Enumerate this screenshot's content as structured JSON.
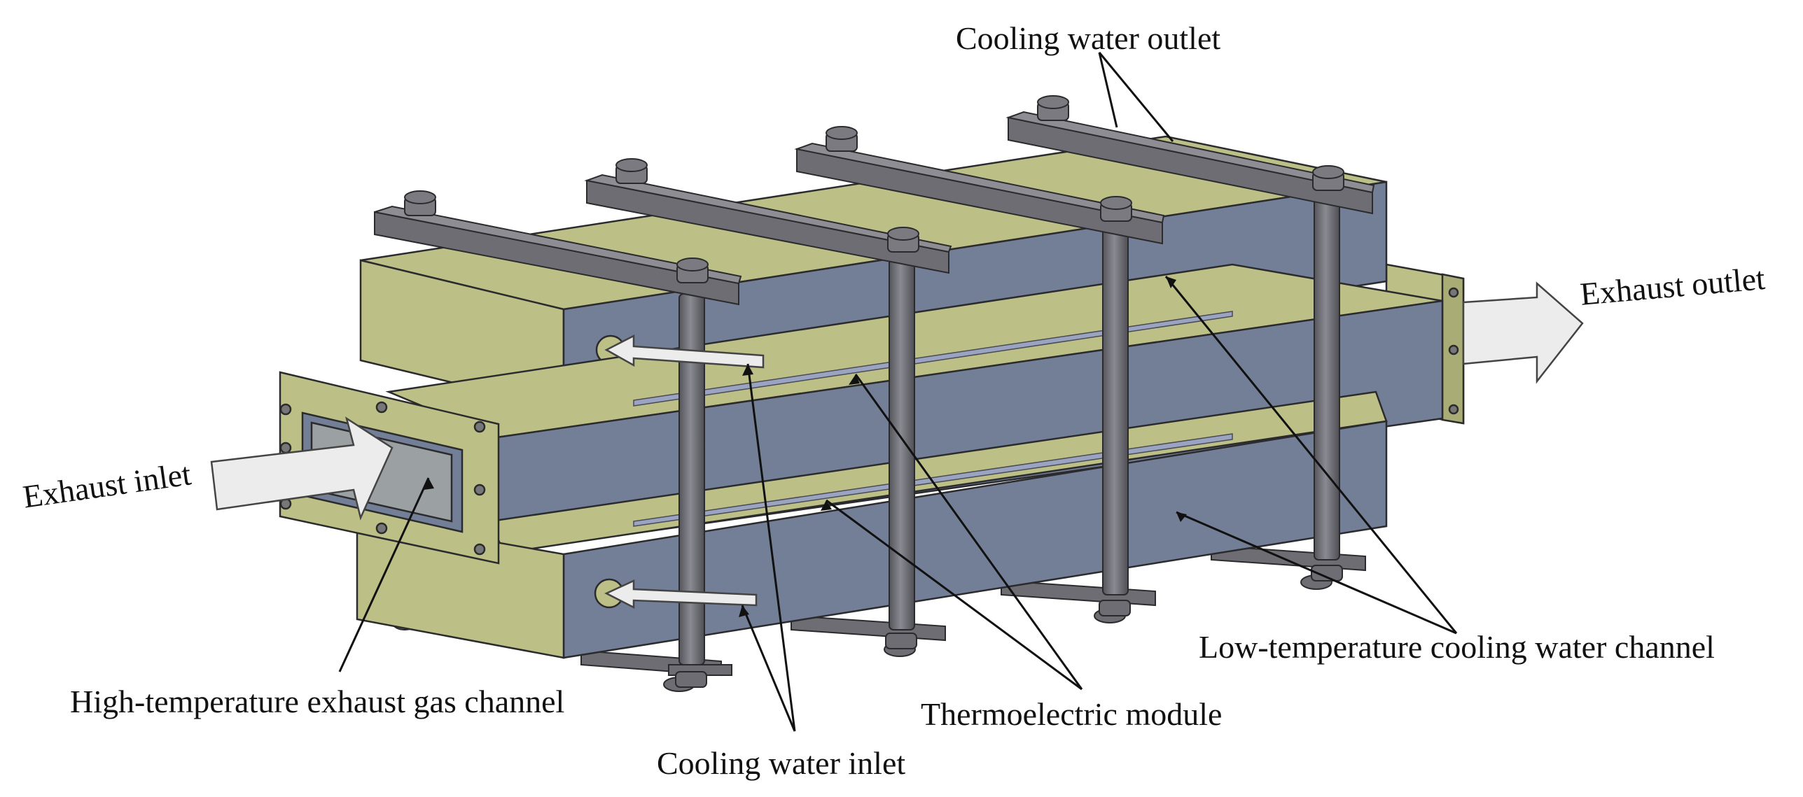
{
  "labels": {
    "exhaust_inlet": "Exhaust inlet",
    "exhaust_outlet": "Exhaust outlet",
    "cooling_water_outlet": "Cooling water outlet",
    "low_temp_channel": "Low-temperature cooling water channel",
    "high_temp_channel": "High-temperature exhaust gas channel",
    "thermoelectric_module": "Thermoelectric module",
    "cooling_water_inlet": "Cooling water inlet"
  },
  "colors": {
    "steel_blue": "#737f96",
    "khaki": "#bcbf86",
    "bolt_gray": "#6a6a70",
    "arrow_fill": "#ececec",
    "line": "#111111"
  }
}
